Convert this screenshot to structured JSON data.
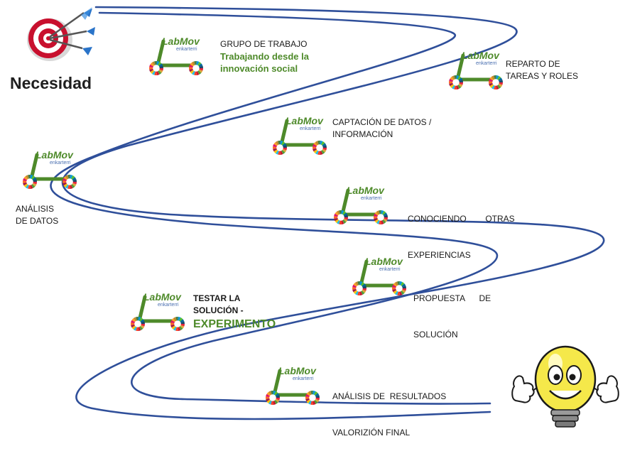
{
  "start": {
    "label": "Necesidad",
    "icon": "target-with-darts-icon"
  },
  "finish": {
    "icon": "smiling-lightbulb-thumbs-up-icon"
  },
  "logo": {
    "brand": "LabMov",
    "sub": "enkarterri"
  },
  "steps": [
    {
      "lines": [
        "GRUPO DE TRABAJO"
      ],
      "subtitle": [
        "Trabajando desde la",
        "innovación social"
      ]
    },
    {
      "lines": [
        "REPARTO DE",
        "TAREAS Y ROLES"
      ]
    },
    {
      "lines": [
        "CAPTACIÓN DE DATOS /",
        "INFORMACIÓN"
      ]
    },
    {
      "lines": [
        "ANÁLISIS",
        "DE DATOS"
      ]
    },
    {
      "lines": [
        "CONOCIENDO        OTRAS",
        "EXPERIENCIAS"
      ]
    },
    {
      "lines": [
        "PROPUESTA      DE",
        "SOLUCIÓN"
      ]
    },
    {
      "lines": [
        "TESTAR LA",
        "SOLUCIÓN -"
      ],
      "highlight": "EXPERIMENTO"
    },
    {
      "lines": [
        "ANÁLISIS DE  RESULTADOS",
        "VALORIZIÓN FINAL"
      ]
    }
  ],
  "colors": {
    "road": "#2f4f9a",
    "accent_green": "#4e8a2a",
    "sdg": [
      "#e5243b",
      "#dda63a",
      "#4c9f38",
      "#c5192d",
      "#ff3a21",
      "#26bde2",
      "#fcc30b",
      "#a21942",
      "#fd6925",
      "#dd1367",
      "#fd9d24",
      "#bf8b2e",
      "#3f7e44",
      "#0a97d9",
      "#56c02b",
      "#00689d",
      "#19486a"
    ]
  }
}
